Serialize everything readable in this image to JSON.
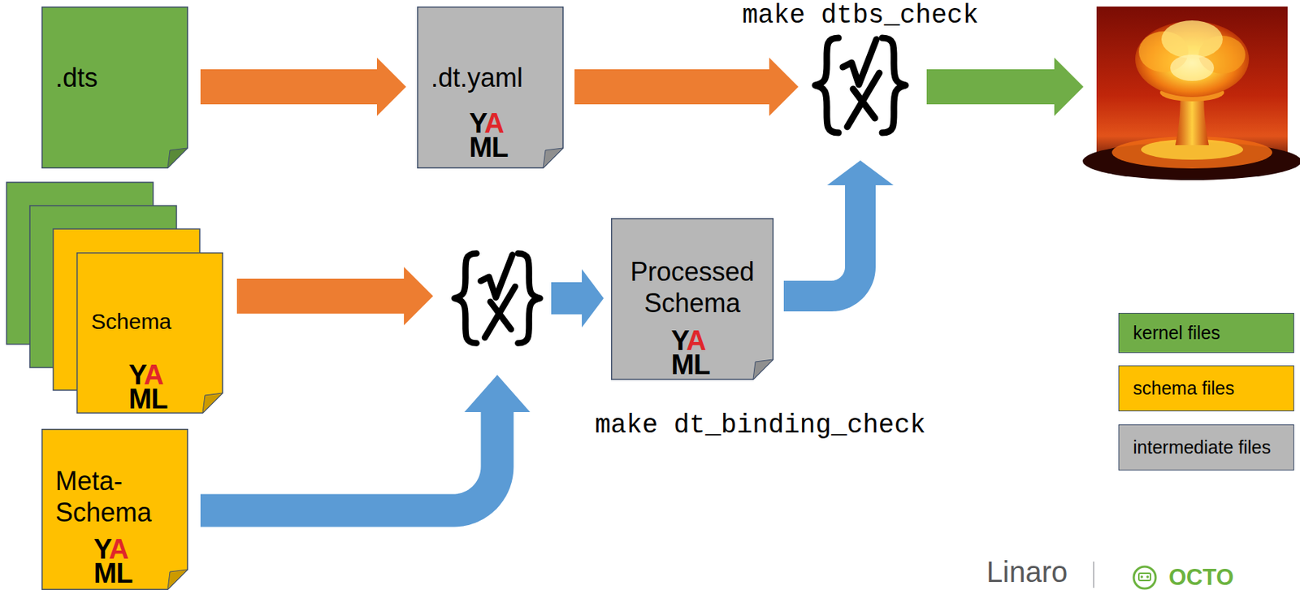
{
  "diagram": {
    "nodes": [
      {
        "text": [
          ".dts"
        ]
      },
      {
        "text": [
          ".dt.yaml",
          "YAML"
        ]
      },
      {
        "text": [
          "make dtbs_check"
        ]
      },
      {
        "text": [
          "Schema",
          "YAML"
        ]
      },
      {
        "text": [
          "make dt_binding_check"
        ]
      },
      {
        "text": [
          "Processed Schema",
          "YAML"
        ]
      },
      {
        "text": [
          "Meta-Schema",
          "YAML"
        ]
      }
    ],
    "edges": [
      {
        "from": 0,
        "to": 1,
        "arrow": "to"
      },
      {
        "from": 1,
        "to": 2,
        "arrow": "to"
      },
      {
        "from": 3,
        "to": 4,
        "arrow": "to"
      },
      {
        "from": 4,
        "to": 5,
        "arrow": "to"
      },
      {
        "from": 5,
        "to": 2,
        "arrow": "to"
      },
      {
        "from": 6,
        "to": 4,
        "arrow": "to"
      }
    ],
    "labels": [
      "Linaro",
      "OCTO"
    ],
    "legend": [
      {
        "text": "kernel files",
        "color": "#70ad47"
      },
      {
        "text": "schema files",
        "color": "#ffc000"
      },
      {
        "text": "intermediate files",
        "color": "#b7b7b7"
      }
    ]
  }
}
